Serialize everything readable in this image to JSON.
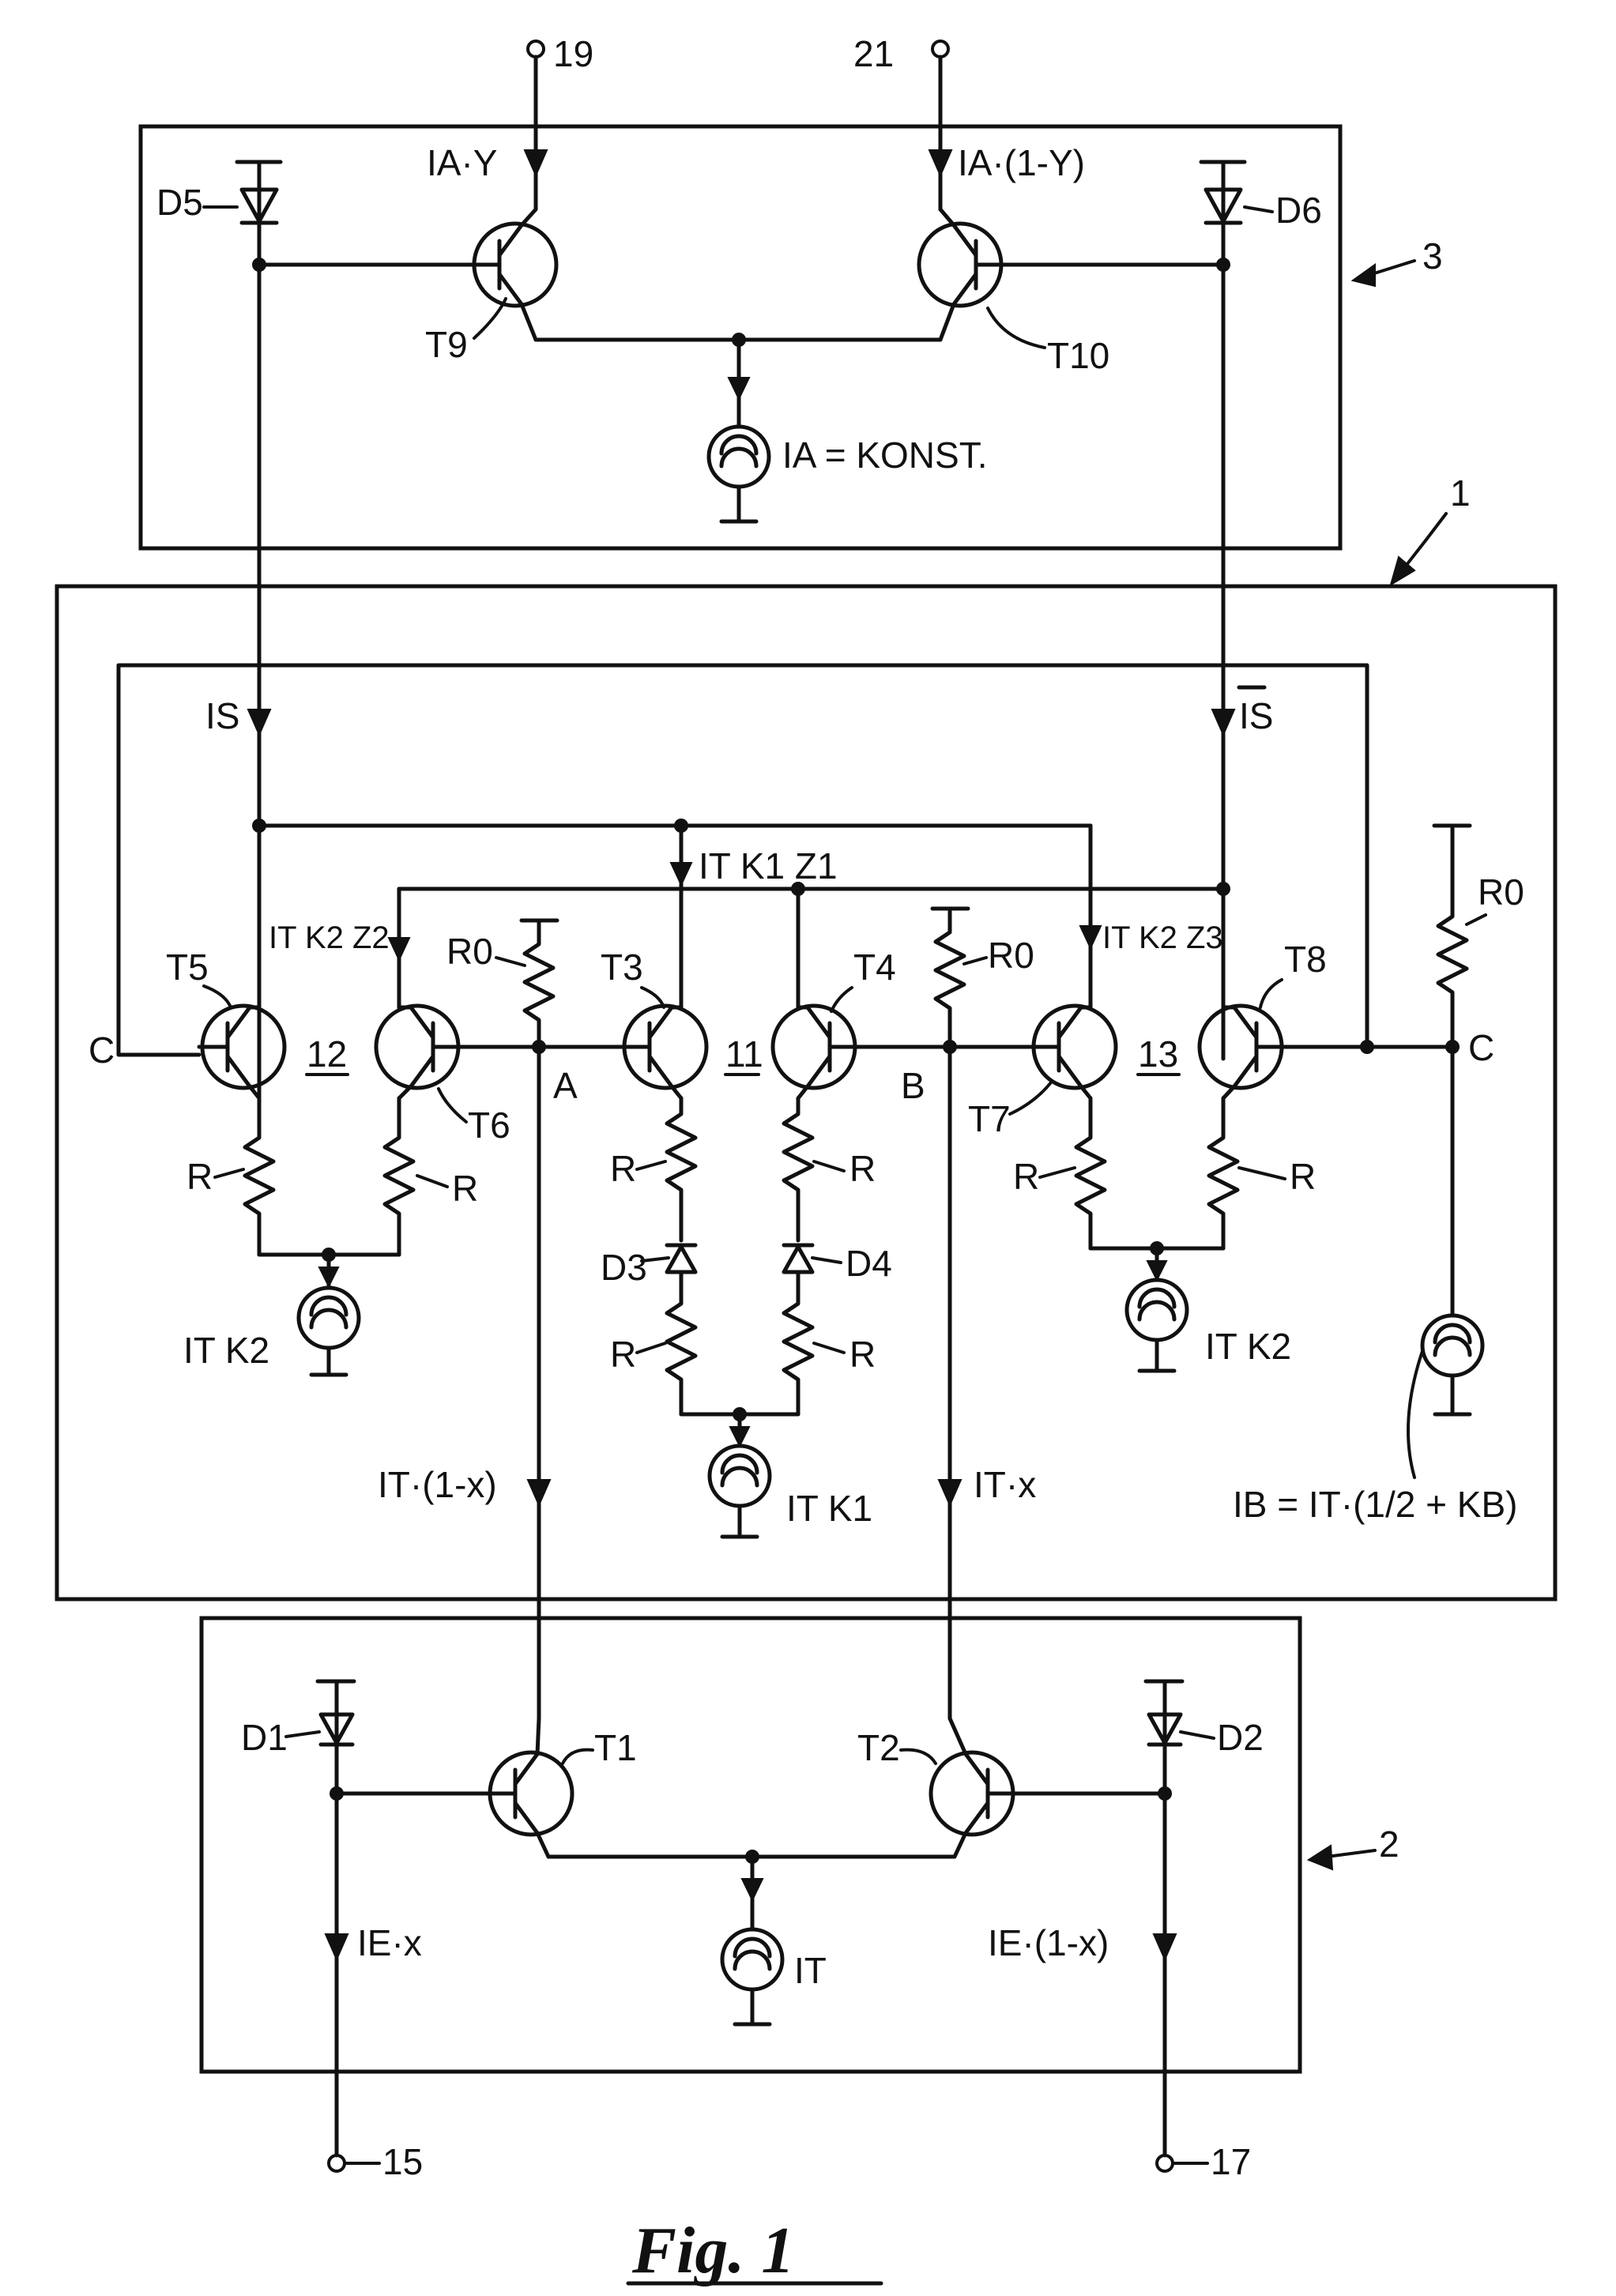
{
  "figure": {
    "caption": "Fig. 1"
  },
  "blocks": {
    "b1": "1",
    "b2": "2",
    "b3": "3"
  },
  "terminals": {
    "t19": "19",
    "t21": "21",
    "t15": "15",
    "t17": "17"
  },
  "transistors": {
    "T1": "T1",
    "T2": "T2",
    "T3": "T3",
    "T4": "T4",
    "T5": "T5",
    "T6": "T6",
    "T7": "T7",
    "T8": "T8",
    "T9": "T9",
    "T10": "T10"
  },
  "diodes": {
    "D1": "D1",
    "D2": "D2",
    "D3": "D3",
    "D4": "D4",
    "D5": "D5",
    "D6": "D6"
  },
  "resistors": {
    "R": "R",
    "R0": "R0"
  },
  "nodes": {
    "A": "A",
    "B": "B",
    "C": "C"
  },
  "stages": {
    "s11": "11",
    "s12": "12",
    "s13": "13"
  },
  "currents": {
    "ia_y": "IA·Y",
    "ia_1y": "IA·(1-Y)",
    "ia_const": "IA = KONST.",
    "is": "IS",
    "is_bar": "IS",
    "itk1z1": "IT K1 Z1",
    "itk2z2": "IT K2 Z2",
    "itk2z3": "IT K2 Z3",
    "itk2": "IT K2",
    "itk1": "IT K1",
    "it_1x": "IT·(1-x)",
    "it_x": "IT·x",
    "ib": "IB = IT·(1/2 + KB)",
    "it": "IT",
    "ie_x": "IE·x",
    "ie_1x": "IE·(1-x)"
  }
}
